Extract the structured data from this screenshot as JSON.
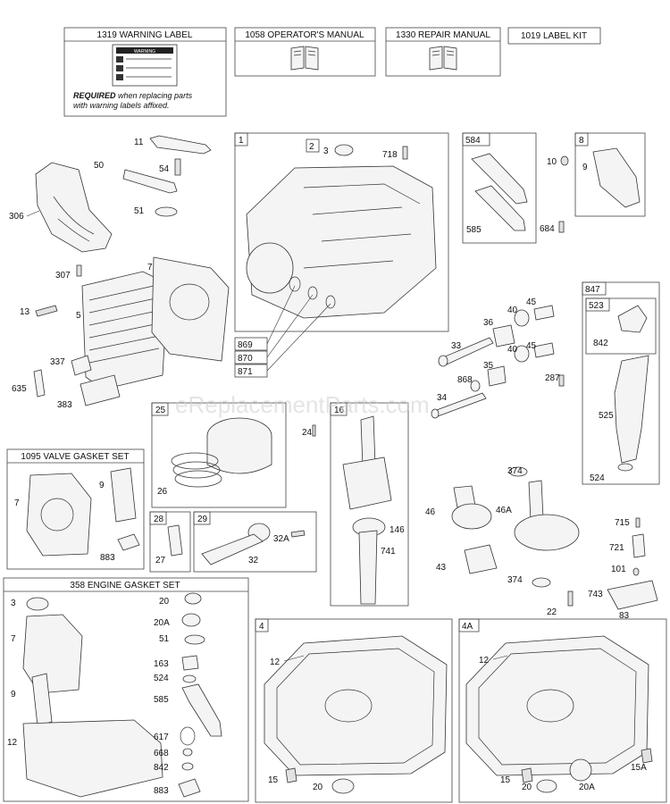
{
  "watermark": "eReplacementParts.com",
  "kits": {
    "warning_label": "1319 WARNING LABEL",
    "warning_sign": "WARNING",
    "warning_note_bold": "REQUIRED",
    "warning_note_1": " when replacing parts",
    "warning_note_2": "with warning labels affixed.",
    "operators_manual": "1058 OPERATOR'S MANUAL",
    "repair_manual": "1330 REPAIR MANUAL",
    "label_kit": "1019 LABEL KIT",
    "valve_gasket_set": "1095 VALVE GASKET SET",
    "engine_gasket_set": "358 ENGINE GASKET SET"
  },
  "callouts": {
    "p11": "11",
    "p50": "50",
    "p54": "54",
    "p51": "51",
    "p306": "306",
    "p307": "307",
    "p7": "7",
    "p13": "13",
    "p5": "5",
    "p337": "337",
    "p635": "635",
    "p383": "383",
    "p1": "1",
    "p2": "2",
    "p3": "3",
    "p718": "718",
    "p869": "869",
    "p870": "870",
    "p871": "871",
    "p584": "584",
    "p585": "585",
    "p684": "684",
    "p8": "8",
    "p10": "10",
    "p9": "9",
    "p847": "847",
    "p523": "523",
    "p842": "842",
    "p525": "525",
    "p524": "524",
    "p33": "33",
    "p36": "36",
    "p40a": "40",
    "p45a": "45",
    "p40b": "40",
    "p45b": "45",
    "p35": "35",
    "p868": "868",
    "p287": "287",
    "p34": "34",
    "p25": "25",
    "p26": "26",
    "p24": "24",
    "p16": "16",
    "p146": "146",
    "p741": "741",
    "p28": "28",
    "p27": "27",
    "p29": "29",
    "p32a": "32A",
    "p32": "32",
    "p374a": "374",
    "p46": "46",
    "p46a": "46A",
    "p43": "43",
    "p374b": "374",
    "p715": "715",
    "p721": "721",
    "p101": "101",
    "p743": "743",
    "p83": "83",
    "p22": "22",
    "v7": "7",
    "v9": "9",
    "v883": "883",
    "e3": "3",
    "e7": "7",
    "e9": "9",
    "e12": "12",
    "e20": "20",
    "e20a": "20A",
    "e51": "51",
    "e163": "163",
    "e524": "524",
    "e585": "585",
    "e617": "617",
    "e668": "668",
    "e842": "842",
    "e883": "883",
    "s4": "4",
    "s4_12": "12",
    "s4_15": "15",
    "s4_20": "20",
    "s4a": "4A",
    "s4a_12": "12",
    "s4a_15": "15",
    "s4a_20": "20",
    "s4a_20a": "20A",
    "s4a_15a": "15A"
  }
}
